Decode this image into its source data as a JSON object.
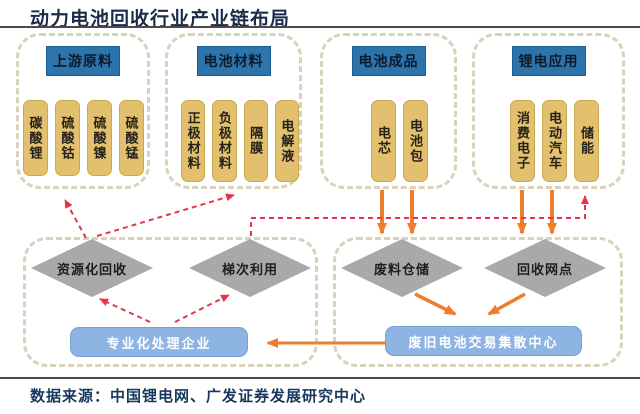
{
  "title": "动力电池回收行业产业链布局",
  "source_note": "数据来源：中国锂电网、广发证券发展研究中心",
  "groups": [
    {
      "header": "上游原料",
      "items": [
        "碳酸锂",
        "硫酸钴",
        "硫酸镍",
        "硫酸锰"
      ]
    },
    {
      "header": "电池材料",
      "items": [
        "正极材料",
        "负极材料",
        "隔膜",
        "电解液"
      ]
    },
    {
      "header": "电池成品",
      "items": [
        "电芯",
        "电池包"
      ]
    },
    {
      "header": "锂电应用",
      "items": [
        "消费电子",
        "电动汽车",
        "储能"
      ]
    }
  ],
  "process_nodes": [
    "资源化回收",
    "梯次利用",
    "废料仓储",
    "回收网点"
  ],
  "entities": [
    "专业化处理企业",
    "废旧电池交易集散中心"
  ],
  "colors": {
    "group_header_bg": "#2d74ad",
    "chip_bg": "#e3c06d",
    "diamond_bg": "#a9a9a9",
    "entity_bg": "#8db4e2",
    "orange_arrow": "#ee7d2e",
    "red_dashed_arrow": "#e8334a",
    "dashed_frame": "#d9d3bb",
    "title_text": "#1b2b4a",
    "source_text": "#17375e"
  }
}
